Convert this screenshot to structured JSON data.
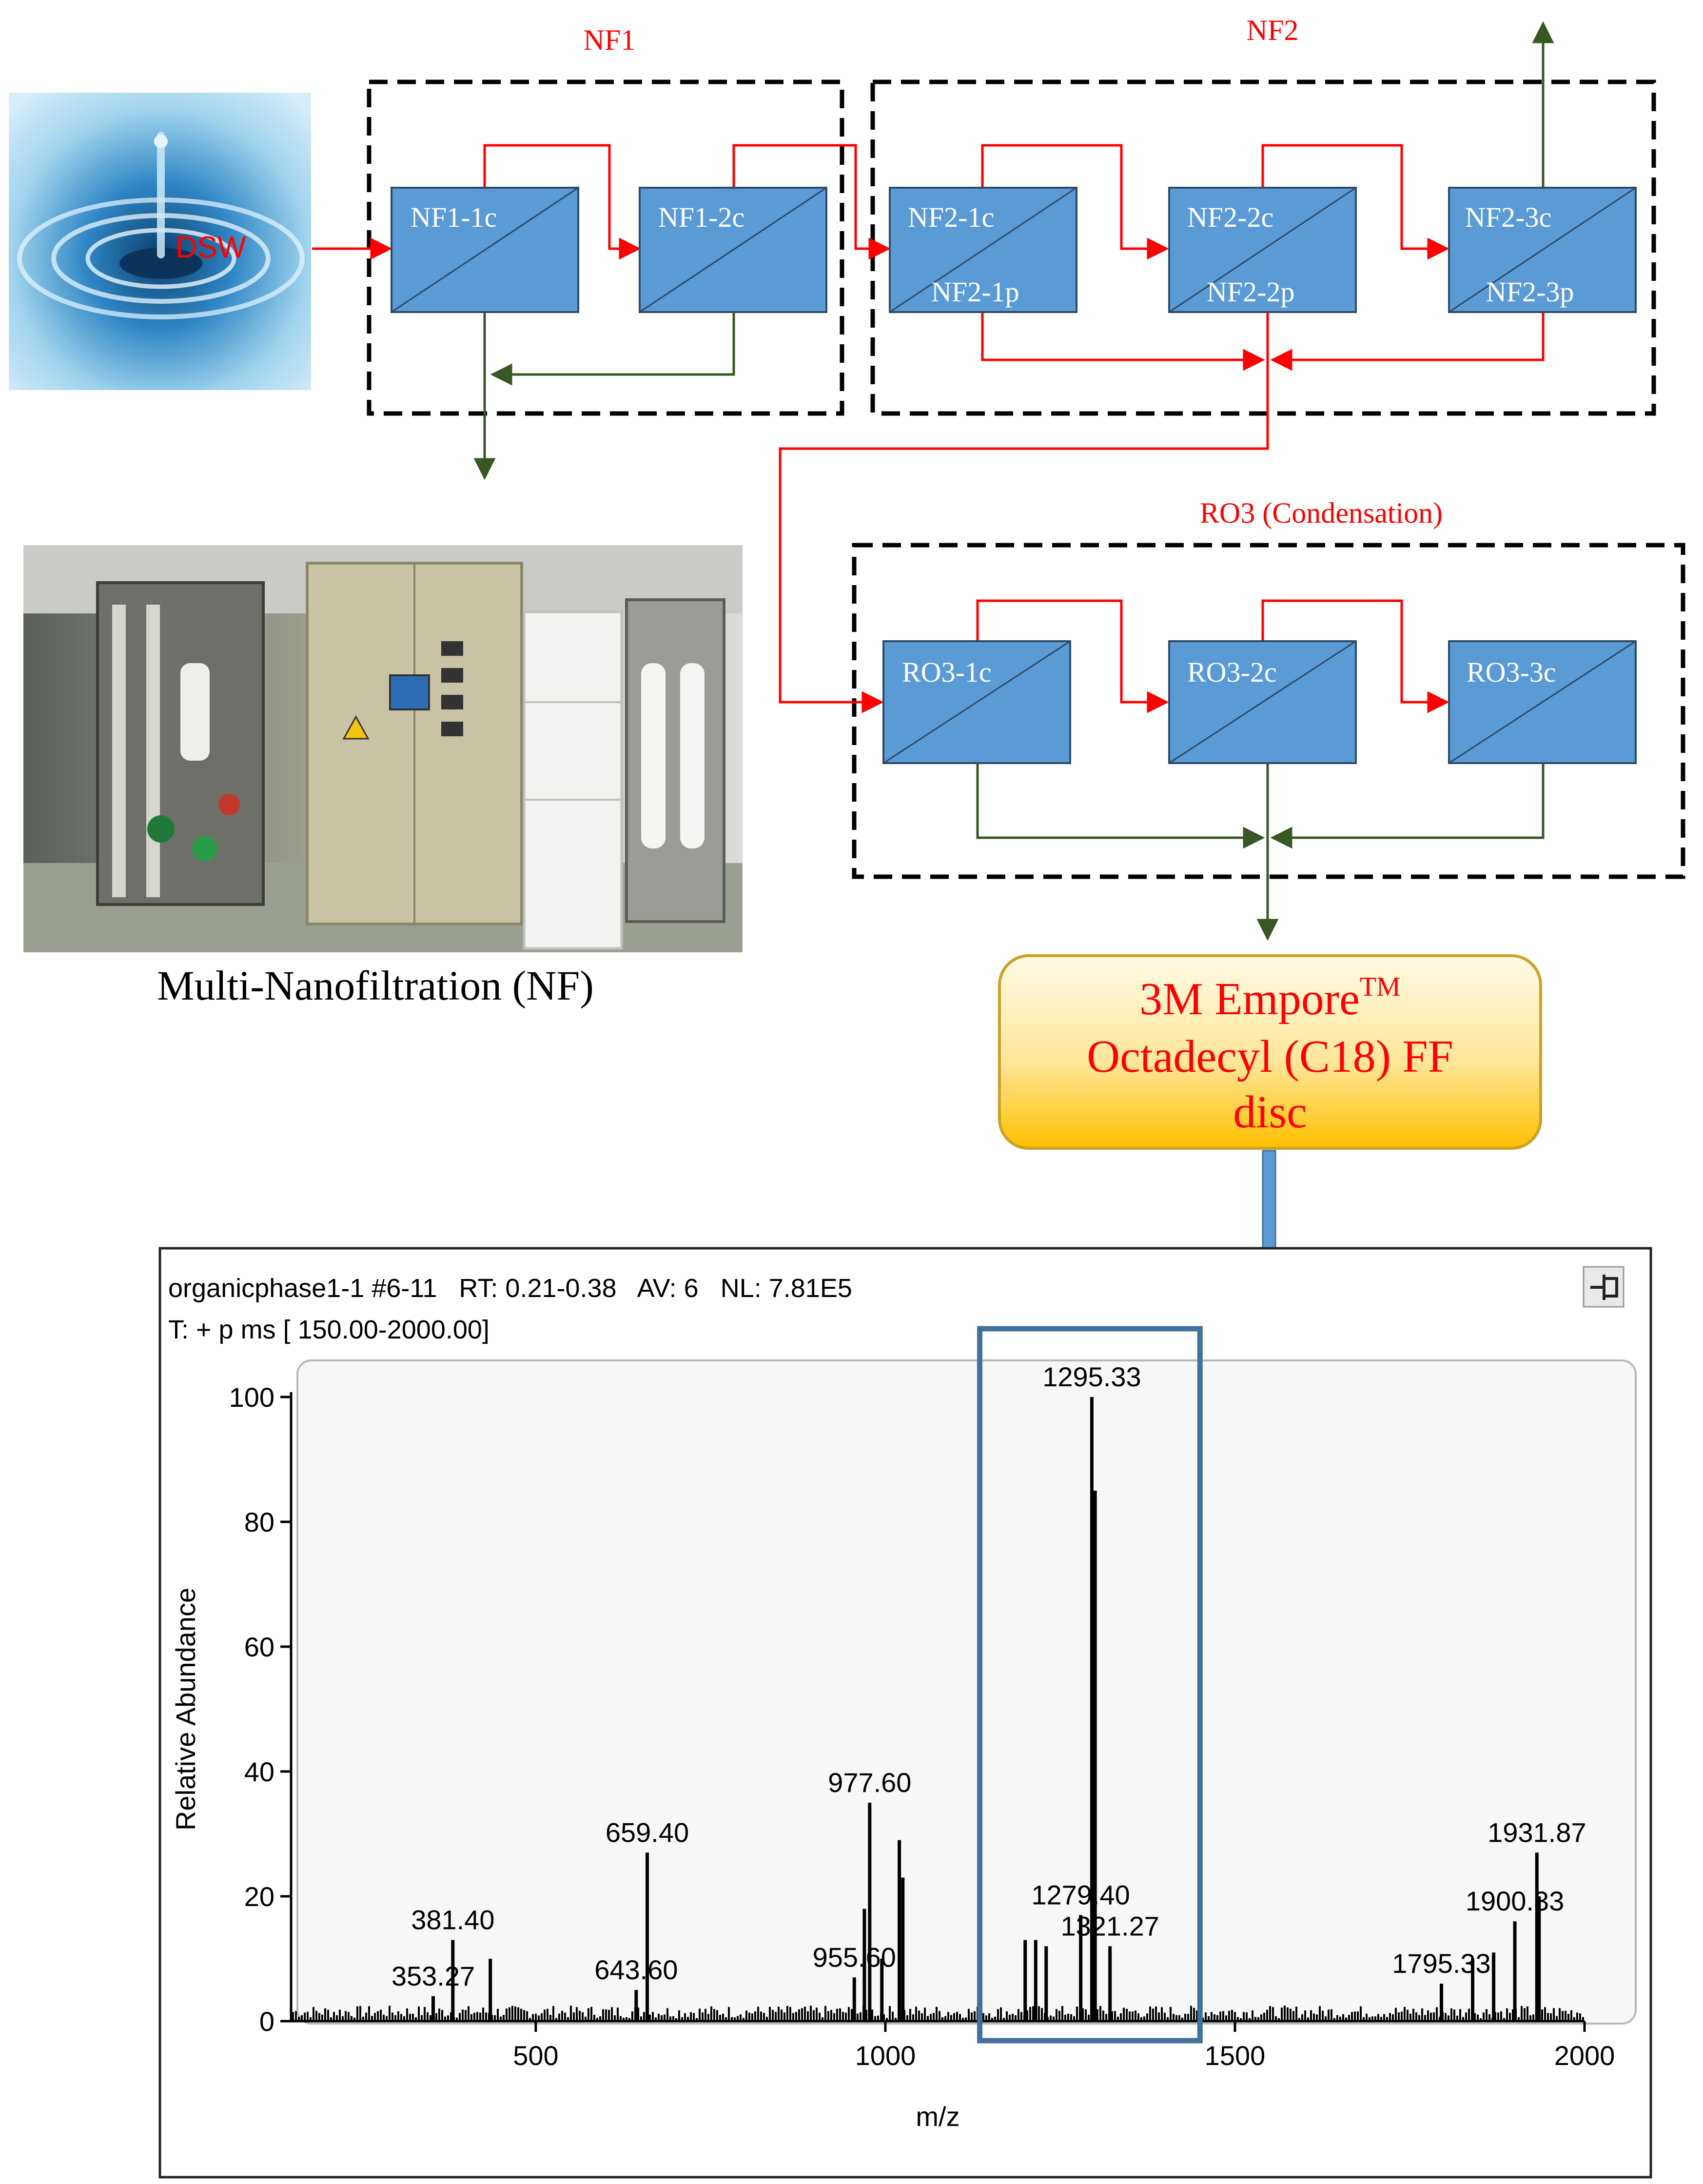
{
  "source_label": "DSW",
  "groups": {
    "nf1": "NF1",
    "nf2": "NF2",
    "ro3": "RO3 (Condensation)"
  },
  "modules": {
    "nf1_1c": "NF1-1c",
    "nf1_2c": "NF1-2c",
    "nf2_1c": "NF2-1c",
    "nf2_1p": "NF2-1p",
    "nf2_2c": "NF2-2c",
    "nf2_2p": "NF2-2p",
    "nf2_3c": "NF2-3c",
    "nf2_3p": "NF2-3p",
    "ro3_1c": "RO3-1c",
    "ro3_2c": "RO3-2c",
    "ro3_3c": "RO3-3c"
  },
  "photo_caption": "Multi-Nanofiltration (NF)",
  "disc": {
    "line1": "3M Empore",
    "tm": "TM",
    "line2": "Octadecyl (C18) FF",
    "line3": "disc"
  },
  "spectrum_header": {
    "line1": "organicphase1-1 #6-11   RT: 0.21-0.38   AV: 6   NL: 7.81E5",
    "line2": "T: + p ms [ 150.00-2000.00]"
  },
  "colors": {
    "module_fill": "#5b9bd5",
    "flow_red": "#ff0000",
    "flow_green": "#385723",
    "highlight_box": "#41719c",
    "disc_fill_top": "#fffbe6",
    "disc_fill_bottom": "#ffc000"
  },
  "chart_data": {
    "type": "bar",
    "xlabel": "m/z",
    "ylabel": "Relative Abundance",
    "xlim": [
      150,
      2000
    ],
    "ylim": [
      0,
      100
    ],
    "x_ticks": [
      "500",
      "1000",
      "1500",
      "2000"
    ],
    "y_ticks": [
      "0",
      "20",
      "40",
      "60",
      "80",
      "100"
    ],
    "peaks": [
      {
        "mz": 353.27,
        "value": 4,
        "label": "353.27"
      },
      {
        "mz": 381.4,
        "value": 13,
        "label": "381.40"
      },
      {
        "mz": 435,
        "value": 10,
        "label": ""
      },
      {
        "mz": 643.6,
        "value": 5,
        "label": "643.60"
      },
      {
        "mz": 659.4,
        "value": 27,
        "label": "659.40"
      },
      {
        "mz": 955.6,
        "value": 7,
        "label": "955.60"
      },
      {
        "mz": 970,
        "value": 18,
        "label": ""
      },
      {
        "mz": 977.6,
        "value": 35,
        "label": "977.60"
      },
      {
        "mz": 995,
        "value": 10,
        "label": ""
      },
      {
        "mz": 1020,
        "value": 29,
        "label": ""
      },
      {
        "mz": 1025,
        "value": 23,
        "label": ""
      },
      {
        "mz": 1200,
        "value": 13,
        "label": ""
      },
      {
        "mz": 1215,
        "value": 13,
        "label": ""
      },
      {
        "mz": 1230,
        "value": 12,
        "label": ""
      },
      {
        "mz": 1279.4,
        "value": 17,
        "label": "1279.40"
      },
      {
        "mz": 1295.33,
        "value": 100,
        "label": "1295.33"
      },
      {
        "mz": 1300,
        "value": 85,
        "label": ""
      },
      {
        "mz": 1321.27,
        "value": 12,
        "label": "1321.27"
      },
      {
        "mz": 1795.33,
        "value": 6,
        "label": "1795.33"
      },
      {
        "mz": 1840,
        "value": 10,
        "label": ""
      },
      {
        "mz": 1870,
        "value": 11,
        "label": ""
      },
      {
        "mz": 1900.33,
        "value": 16,
        "label": "1900.33"
      },
      {
        "mz": 1931.87,
        "value": 27,
        "label": "1931.87"
      },
      {
        "mz": 1935,
        "value": 20,
        "label": ""
      }
    ],
    "highlight_range": [
      1135,
      1450
    ]
  }
}
